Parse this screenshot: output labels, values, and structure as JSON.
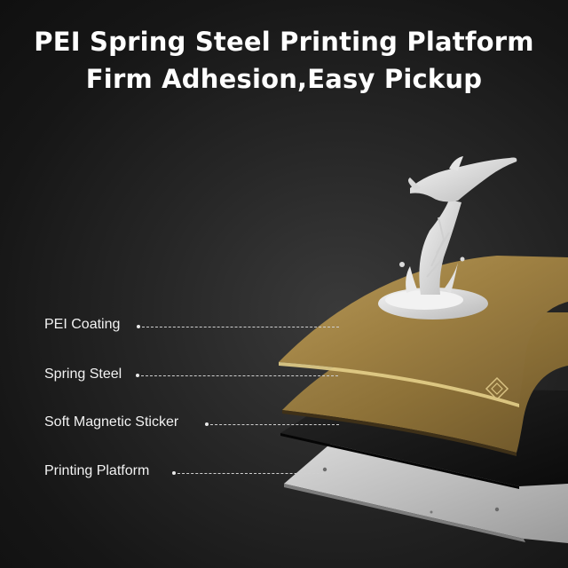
{
  "title": {
    "line1": "PEI Spring Steel Printing Platform",
    "line2": "Firm Adhesion,Easy Pickup"
  },
  "layers": [
    {
      "label": "PEI Coating"
    },
    {
      "label": "Spring Steel"
    },
    {
      "label": "Soft Magnetic Sticker"
    },
    {
      "label": "Printing Platform"
    }
  ],
  "colors": {
    "background": "#1a1a1a",
    "pei_gold": "#a8884c",
    "magnetic_black": "#111111",
    "platform_silver": "#c9c9c9",
    "model_white": "#e6e6e6"
  },
  "icons": {
    "model": "dolphin-splash-3d-print",
    "logo": "anycubic-logo-emblem"
  }
}
